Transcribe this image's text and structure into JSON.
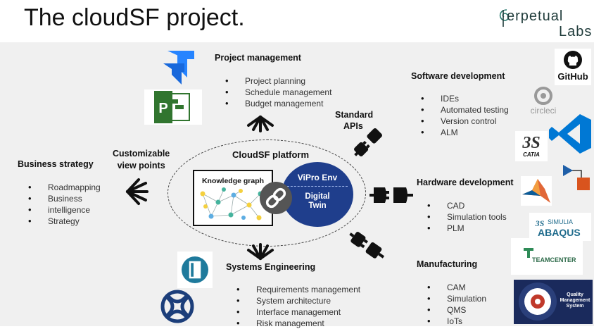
{
  "title": "The cloudSF project.",
  "logo": {
    "line1": "erpetual",
    "line2": "Labs",
    "letter": "P"
  },
  "center": {
    "platform_label": "CloudSF platform",
    "kg_label": "Knowledge graph",
    "vipro_label": "ViPro Env",
    "twin_line1": "Digital",
    "twin_line2": "Twin"
  },
  "side_labels": {
    "standard_apis_1": "Standard",
    "standard_apis_2": "APIs",
    "custom_view_1": "Customizable",
    "custom_view_2": "view points"
  },
  "sections": {
    "project_management": {
      "heading": "Project management",
      "items": [
        "Project planning",
        "Schedule management",
        "Budget management"
      ]
    },
    "software_development": {
      "heading": "Software development",
      "items": [
        "IDEs",
        "Automated testing",
        "Version control",
        "ALM"
      ]
    },
    "business_strategy": {
      "heading": "Business strategy",
      "items": [
        "Roadmapping",
        "Business",
        "intelligence",
        "Strategy"
      ]
    },
    "hardware_development": {
      "heading": "Hardware development",
      "items": [
        "CAD",
        "Simulation tools",
        "PLM"
      ]
    },
    "systems_engineering": {
      "heading": "Systems Engineering",
      "items": [
        "Requirements management",
        "System architecture",
        "Interface management",
        "Risk management"
      ]
    },
    "manufacturing": {
      "heading": "Manufacturing",
      "items": [
        "CAM",
        "Simulation",
        "QMS",
        "IoTs"
      ]
    }
  },
  "tool_logos": {
    "github": "GitHub",
    "circleci": "circleci",
    "catia": "CATIA",
    "simulia": "SIMULIA",
    "abaqus": "ABAQUS",
    "teamcenter": "TEAMCENTER",
    "qms_1": "Quality",
    "qms_2": "Management",
    "qms_3": "System"
  },
  "icons": {
    "jira": "jira-icon",
    "project": "ms-project-icon",
    "github": "github-icon",
    "circleci": "circleci-icon",
    "catia": "catia-icon",
    "vscode": "vscode-icon",
    "simulink": "simulink-icon",
    "matlab": "matlab-icon",
    "abaqus": "simulia-abaqus-icon",
    "teamcenter": "teamcenter-icon",
    "qms": "qms-icon",
    "plug": "plug-icon",
    "fan": "viewpoint-fan-icon",
    "chain": "chain-link-icon"
  },
  "colors": {
    "vipro_blue": "#1f3e8c",
    "jira_blue": "#2684ff",
    "project_green": "#31752f",
    "vscode_blue": "#0078d4",
    "node_yellow": "#f4d03f",
    "node_green": "#45b39d",
    "node_blue": "#5dade2"
  }
}
